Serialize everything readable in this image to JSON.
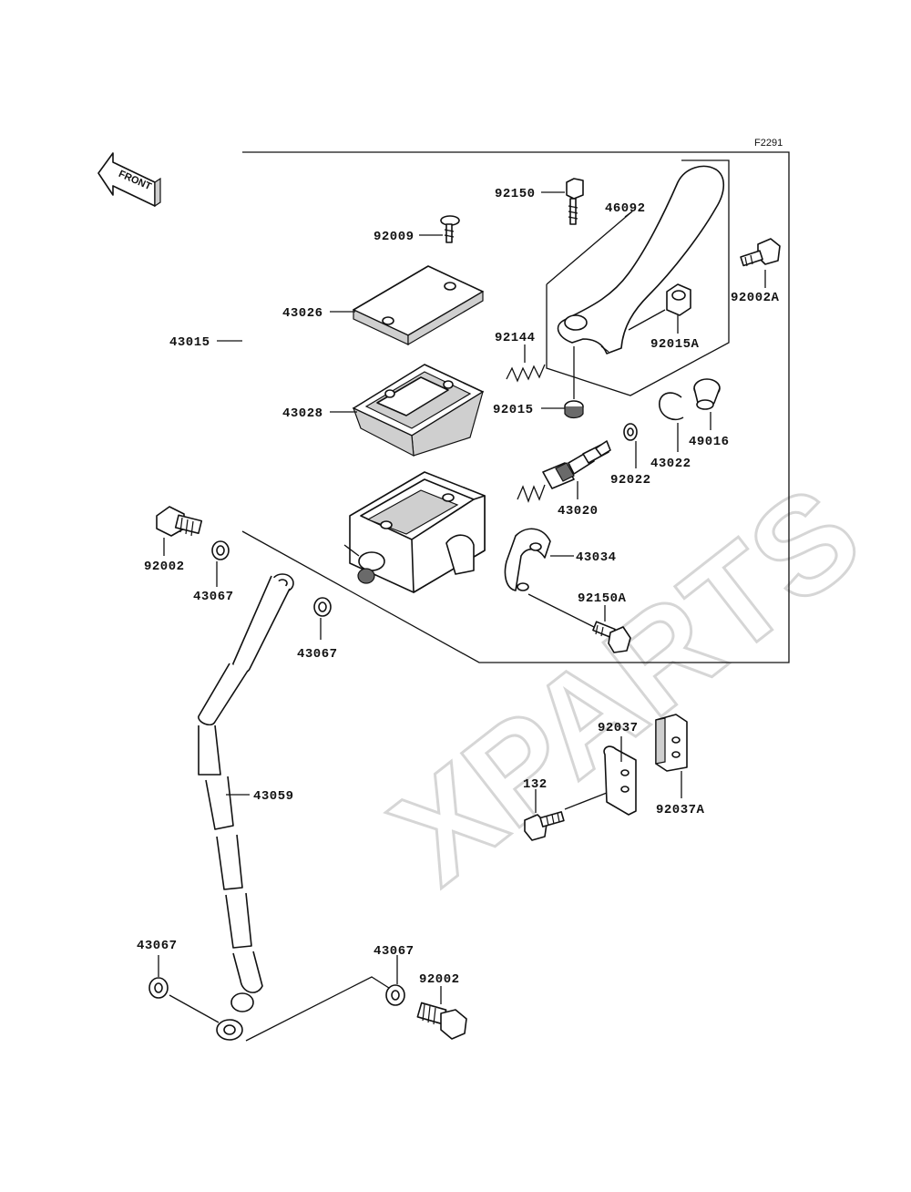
{
  "figure_code": "F2291",
  "front_label": "FRONT",
  "watermark": "XPARTS",
  "labels": {
    "p92150": "92150",
    "p46092": "46092",
    "p92009": "92009",
    "p43026": "43026",
    "p43015": "43015",
    "p92144": "92144",
    "p92002A": "92002A",
    "p92015A": "92015A",
    "p43028": "43028",
    "p92015": "92015",
    "p49016": "49016",
    "p43022": "43022",
    "p92022": "92022",
    "p43020": "43020",
    "p92002_top": "92002",
    "p43034": "43034",
    "p43067_a": "43067",
    "p92150A": "92150A",
    "p43067_b": "43067",
    "p92037": "92037",
    "p132": "132",
    "p43059": "43059",
    "p92037A": "92037A",
    "p43067_c": "43067",
    "p43067_d": "43067",
    "p92002_bottom": "92002"
  }
}
